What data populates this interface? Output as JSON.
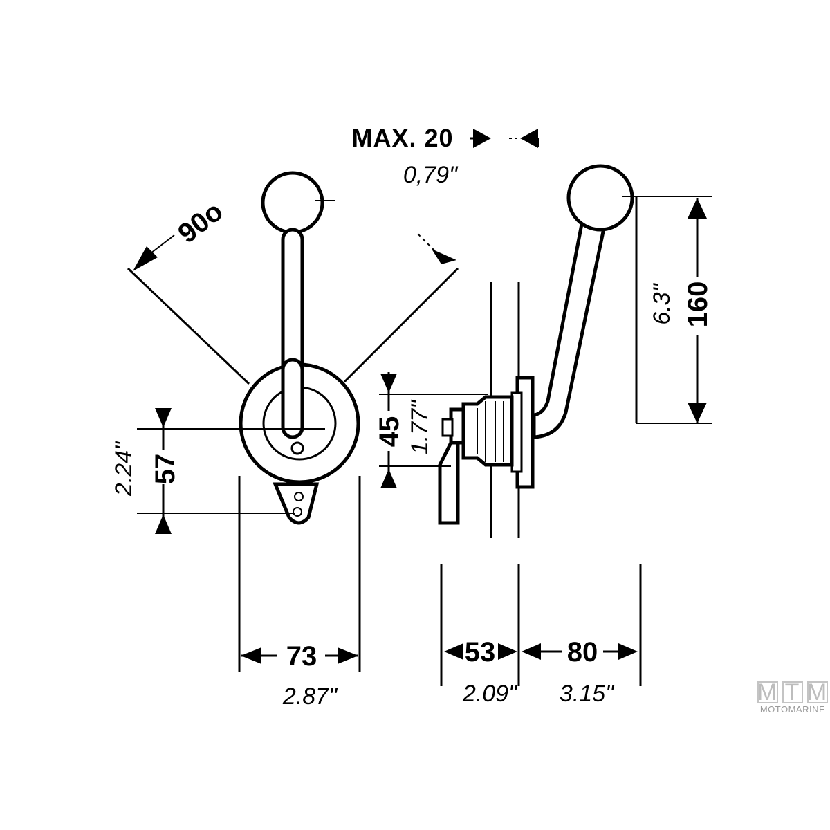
{
  "front_view": {
    "angle": "90o",
    "height_mm": "57",
    "height_in": "2.24\"",
    "width_mm": "73",
    "width_in": "2.87\""
  },
  "side_view": {
    "panel_max_mm": "MAX. 20",
    "panel_max_in": "0,79\"",
    "lever_height_mm": "160",
    "lever_height_in": "6.3\"",
    "hub_height_mm": "45",
    "hub_height_in": "1.77\"",
    "depth_behind_mm": "53",
    "depth_behind_in": "2.09\"",
    "depth_front_mm": "80",
    "depth_front_in": "3.15\""
  },
  "logo": {
    "letters": [
      "M",
      "T",
      "M"
    ],
    "subtitle": "MOTOMARINE"
  }
}
